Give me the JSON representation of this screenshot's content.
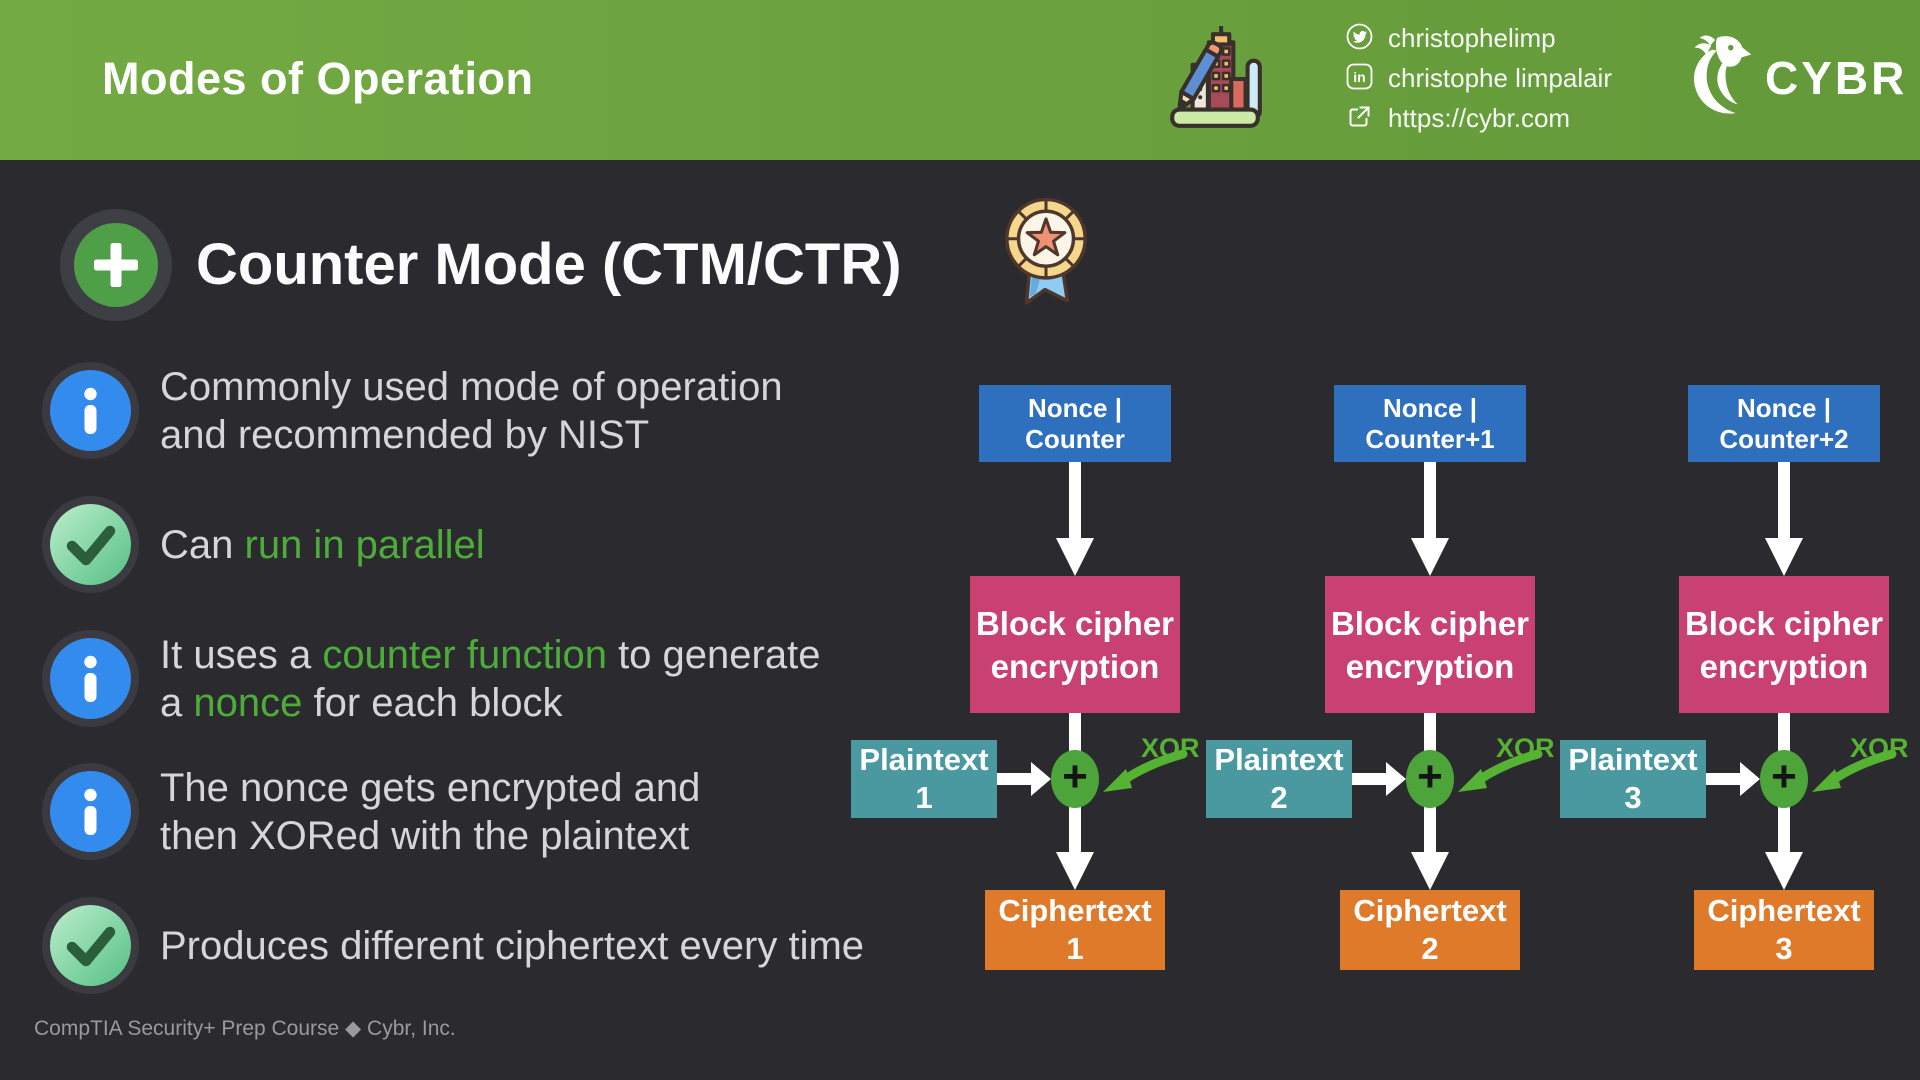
{
  "header": {
    "title": "Modes of Operation",
    "social": [
      {
        "icon": "twitter-icon",
        "label": "christophelimp"
      },
      {
        "icon": "linkedin-icon",
        "label": "christophe limpalair"
      },
      {
        "icon": "external-link-icon",
        "label": "https://cybr.com"
      }
    ],
    "brand": "CYBR"
  },
  "slide": {
    "title": "Counter Mode (CTM/CTR)",
    "bullets": [
      {
        "icon": "info-icon",
        "lines": [
          [
            {
              "t": "Commonly used mode of operation"
            }
          ],
          [
            {
              "t": "and recommended by NIST"
            }
          ]
        ]
      },
      {
        "icon": "check-icon",
        "lines": [
          [
            {
              "t": "Can "
            },
            {
              "t": "run in parallel",
              "c": "green"
            }
          ]
        ]
      },
      {
        "icon": "info-icon",
        "lines": [
          [
            {
              "t": "It uses a "
            },
            {
              "t": "counter function",
              "c": "green"
            },
            {
              "t": " to generate"
            }
          ],
          [
            {
              "t": "a "
            },
            {
              "t": "nonce",
              "c": "green"
            },
            {
              "t": " for each block"
            }
          ]
        ]
      },
      {
        "icon": "info-icon",
        "lines": [
          [
            {
              "t": "The nonce gets encrypted and"
            }
          ],
          [
            {
              "t": "then XORed with the plaintext"
            }
          ]
        ]
      },
      {
        "icon": "check-icon",
        "lines": [
          [
            {
              "t": "Produces different ciphertext every time"
            }
          ]
        ]
      }
    ],
    "footer": "CompTIA Security+ Prep Course ◆ Cybr, Inc."
  },
  "diagram": {
    "columns": [
      {
        "nonce_label": "Nonce | Counter",
        "block_label": "Block cipher\nencryption",
        "plaintext_label": "Plaintext\n1",
        "ciphertext_label": "Ciphertext\n1",
        "xor_label": "XOR",
        "plus_label": "+"
      },
      {
        "nonce_label": "Nonce | Counter+1",
        "block_label": "Block cipher\nencryption",
        "plaintext_label": "Plaintext\n2",
        "ciphertext_label": "Ciphertext\n2",
        "xor_label": "XOR",
        "plus_label": "+"
      },
      {
        "nonce_label": "Nonce | Counter+2",
        "block_label": "Block cipher\nencryption",
        "plaintext_label": "Plaintext\n3",
        "ciphertext_label": "Ciphertext\n3",
        "xor_label": "XOR",
        "plus_label": "+"
      }
    ]
  },
  "icons": {
    "title_bullet": "plus-icon",
    "award": "medal-ribbon-icon",
    "header_art": "pencil-city-icon",
    "bullet_types": [
      "info-icon",
      "check-icon"
    ],
    "xor_pointer": "sketch-arrow-icon",
    "brand_mark": "falcon-icon"
  },
  "colors": {
    "bg": "#2b2b2f",
    "header-g1": "#73aa43",
    "header-g2": "#639939",
    "ring": "#3a3a40",
    "ring2": "#3e3f45",
    "info-blue": "#338bee",
    "check-stroke": "#2b5e3a",
    "green-text": "#4ead3a",
    "text-light": "#d6d6d8",
    "blue-box": "#2e6fbe",
    "pink-box": "#c84170",
    "teal-box": "#4a99a0",
    "orange-box": "#df7a2b",
    "node-green": "#4ca43a",
    "xor-green": "#55b232",
    "footer-gray": "#9a9a9e",
    "plus-green": "#4f9e48"
  }
}
